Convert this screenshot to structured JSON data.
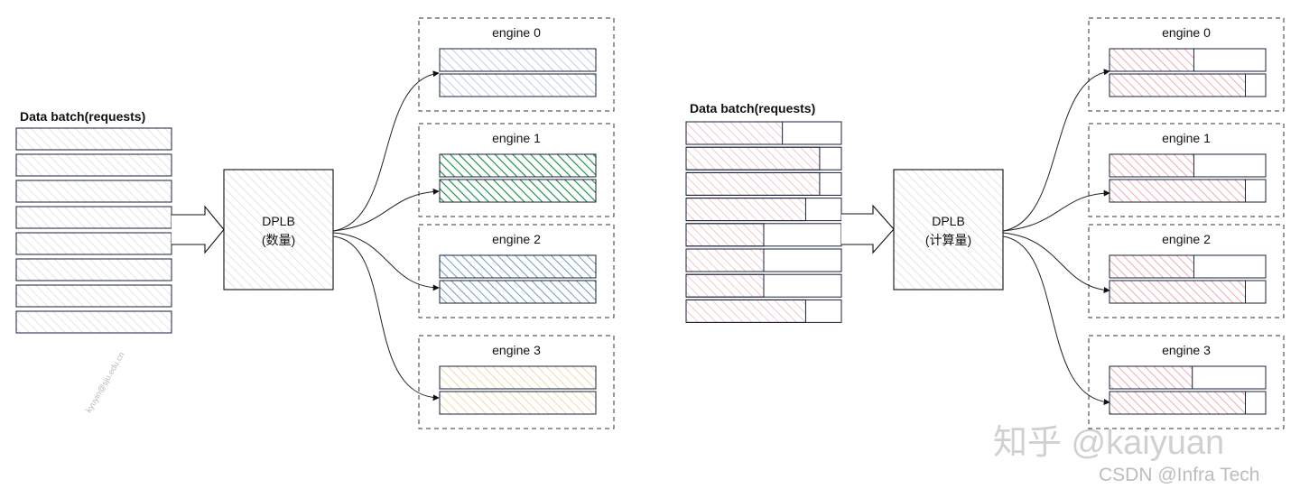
{
  "left": {
    "batch_title": "Data batch(requests)",
    "request_count": 8,
    "balancer": {
      "name": "DPLB",
      "mode": "(数量)"
    },
    "engines": [
      {
        "label": "engine 0",
        "color": "#a9bfe6",
        "fills": [
          1,
          1
        ]
      },
      {
        "label": "engine 1",
        "color": "#0f8c3e",
        "fills": [
          1,
          1
        ]
      },
      {
        "label": "engine 2",
        "color": "#3f7bb0",
        "fills": [
          1,
          1
        ]
      },
      {
        "label": "engine 3",
        "color": "#efcf86",
        "fills": [
          1,
          1
        ]
      }
    ]
  },
  "right": {
    "batch_title": "Data batch(requests)",
    "request_fills": [
      0.62,
      0.86,
      0.86,
      0.77,
      0.5,
      0.5,
      0.5,
      0.77
    ],
    "balancer": {
      "name": "DPLB",
      "mode": "(计算量)"
    },
    "engines": [
      {
        "label": "engine 0",
        "color": "#ef8f97",
        "fills": [
          0.54,
          0.87
        ]
      },
      {
        "label": "engine 1",
        "color": "#ef8f97",
        "fills": [
          0.54,
          0.87
        ]
      },
      {
        "label": "engine 2",
        "color": "#ef8f97",
        "fills": [
          0.54,
          0.87
        ]
      },
      {
        "label": "engine 3",
        "color": "#ef8f97",
        "fills": [
          0.53,
          0.87
        ]
      }
    ]
  },
  "watermarks": {
    "email": "kyuyin@sju.edu.cn",
    "zhihu": "知乎 @kaiyuan",
    "csdn": "CSDN @Infra Tech"
  }
}
